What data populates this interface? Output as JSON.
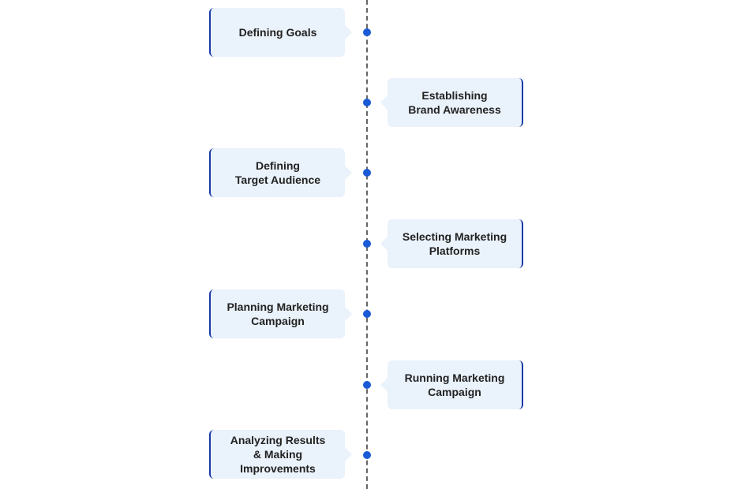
{
  "colors": {
    "card_background": "#eaf2fb",
    "card_border": "#1a3aa8",
    "dot": "#1a5ad6",
    "timeline_line": "#666666"
  },
  "steps": [
    {
      "label": "Defining Goals",
      "side": "left"
    },
    {
      "label": "Establishing\nBrand Awareness",
      "side": "right"
    },
    {
      "label": "Defining\nTarget Audience",
      "side": "left"
    },
    {
      "label": "Selecting Marketing\nPlatforms",
      "side": "right"
    },
    {
      "label": "Planning Marketing\nCampaign",
      "side": "left"
    },
    {
      "label": "Running Marketing\nCampaign",
      "side": "right"
    },
    {
      "label": "Analyzing Results\n& Making\nImprovements",
      "side": "left"
    }
  ]
}
